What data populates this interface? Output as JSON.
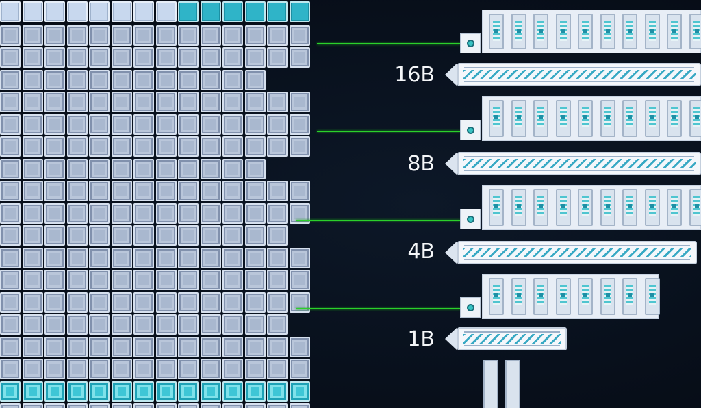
{
  "labels": {
    "bus_16": "16B",
    "bus_8": "8B",
    "bus_4": "4B",
    "bus_1": "1B"
  },
  "colors": {
    "connector": "#2bd02b",
    "grid_cell": "#a9b8cf",
    "teal_cell": "#2fb4c8",
    "background": "#08101c",
    "label_text": "#f4f6f8"
  },
  "icons": [
    "memory-cell-icon",
    "port-icon",
    "bus-cap-icon"
  ]
}
